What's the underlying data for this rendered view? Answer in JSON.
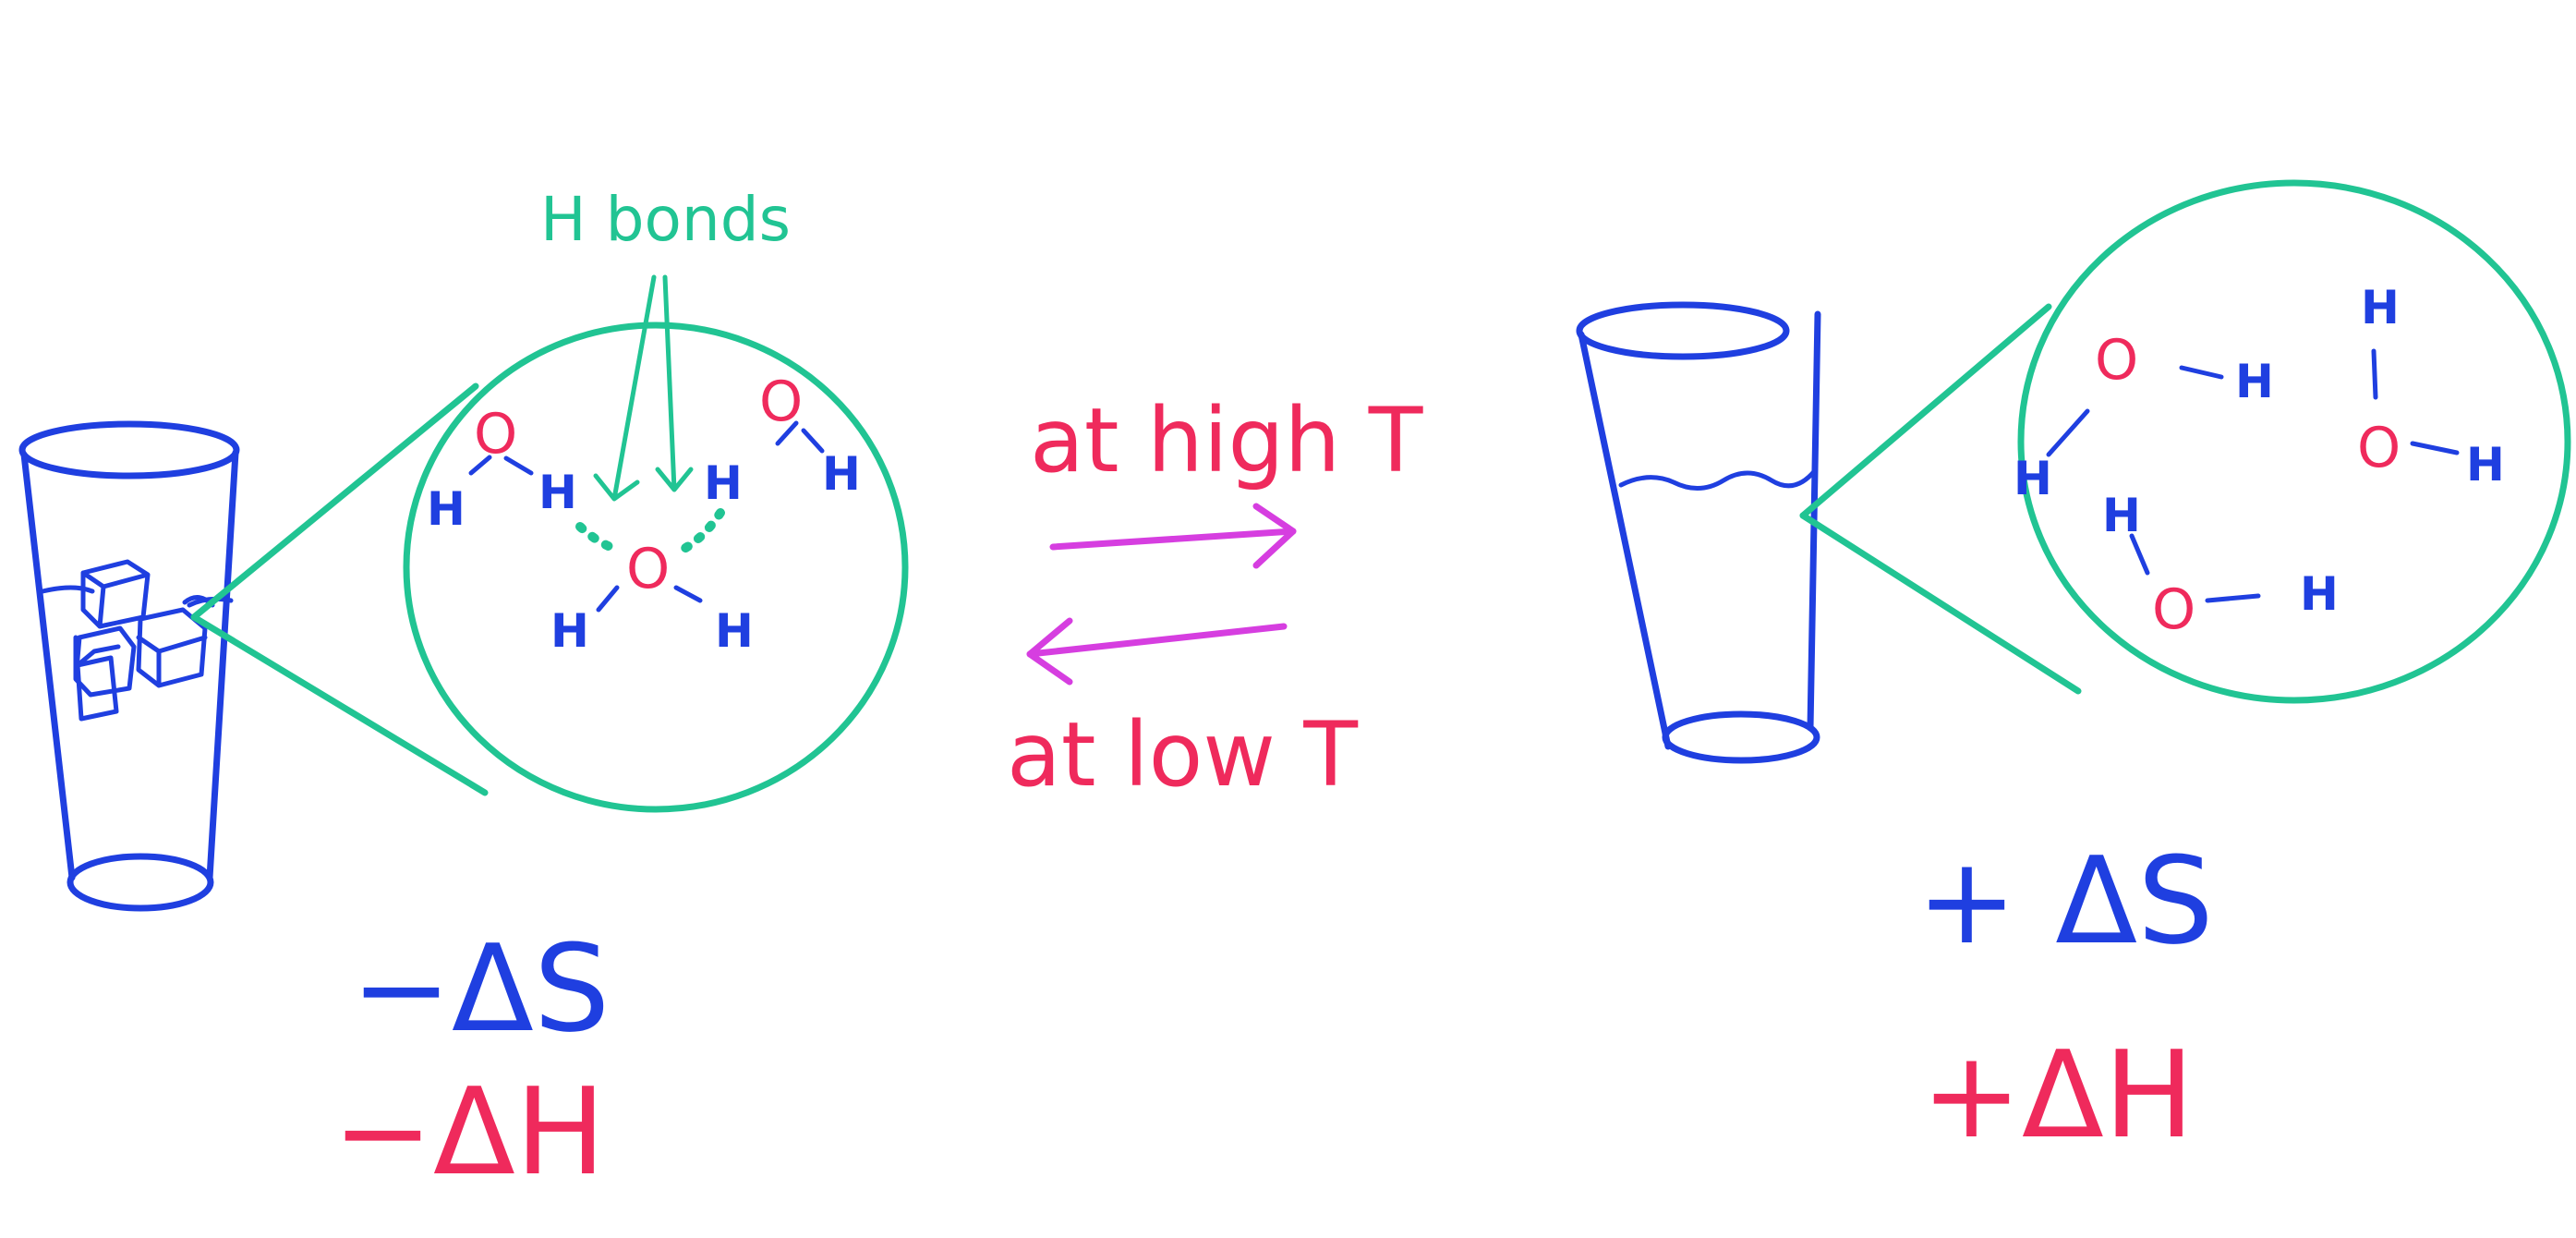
{
  "colors": {
    "blue": "#1f3fe0",
    "green": "#21c493",
    "red": "#ef2a5c",
    "magenta": "#d63ee0",
    "background": "#ffffff"
  },
  "ice_side": {
    "callout_label": "H bonds",
    "atoms": [
      "O",
      "H",
      "H",
      "O",
      "H",
      "H",
      "O",
      "H",
      "H"
    ],
    "entropy": "−ΔS",
    "enthalpy": "−ΔH"
  },
  "water_side": {
    "atoms": [
      "O",
      "H",
      "H",
      "H",
      "O",
      "H",
      "H",
      "O",
      "H"
    ],
    "entropy": "+ ΔS",
    "enthalpy": "+ΔH"
  },
  "arrows": {
    "forward_label": "at high T",
    "reverse_label": "at low T"
  }
}
